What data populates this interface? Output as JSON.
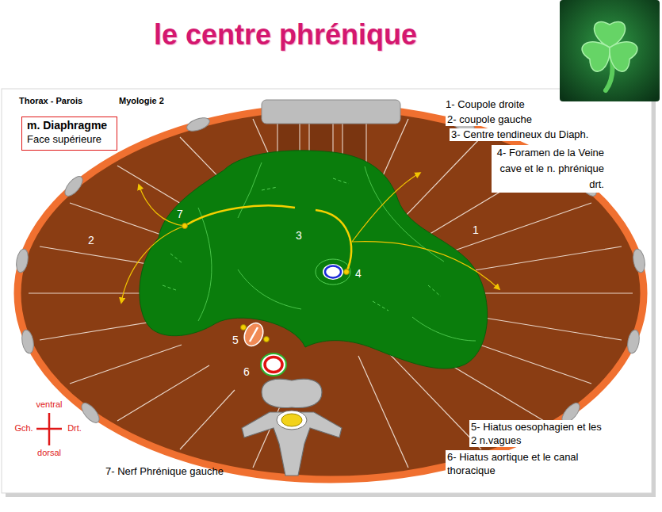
{
  "diagram": {
    "title": "le centre phrénique",
    "nodes": [
      {
        "text": [
          "m. Diaphragme",
          "Face supérieure"
        ]
      }
    ],
    "labels": [
      "Thorax - Parois",
      "Myologie 2",
      "1- Coupole droite",
      "2- coupole gauche",
      "3- Centre tendineux du Diaph.",
      "4- Foramen de la Veine cave et le n. phrénique drt.",
      "7",
      "2",
      "3",
      "4",
      "1",
      "5",
      "6",
      "5- Hiatus oesophagien et les 2 n.vagues",
      "6- Hiatus aortique et le canal thoracique",
      "7- Nerf Phrénique gauche",
      "ventral",
      "Gch.",
      "Drt.",
      "dorsal"
    ]
  }
}
